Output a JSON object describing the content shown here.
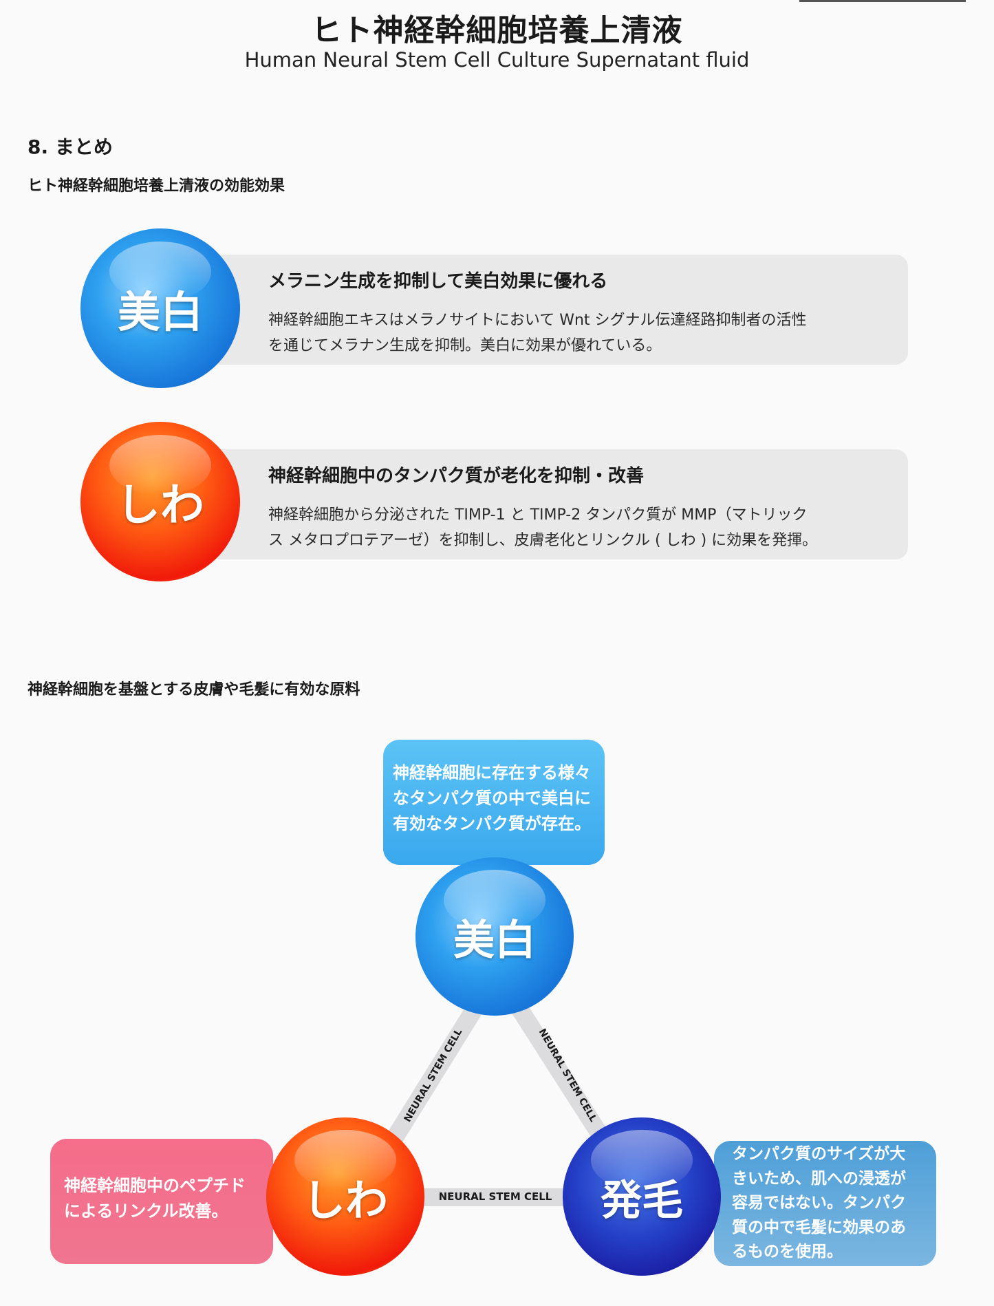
{
  "header": {
    "title": "ヒト神経幹細胞培養上清液",
    "subtitle": "Human Neural Stem Cell Culture Supernatant fluid"
  },
  "section": {
    "title": "8. まとめ",
    "subheading1": "ヒト神経幹細胞培養上清液の効能効果",
    "subheading2": "神経幹細胞を基盤とする皮膚や毛髪に有効な原料"
  },
  "effects": [
    {
      "badge": "美白",
      "heading": "メラニン生成を抑制して美白効果に優れる",
      "body_lines": [
        "神経幹細胞エキスはメラノサイトにおいて Wnt シグナル伝達経路抑制者の活性",
        "を通じてメラナン生成を抑制。美白に効果が優れている。"
      ]
    },
    {
      "badge": "しわ",
      "heading": "神経幹細胞中のタンパク質が老化を抑制・改善",
      "body_lines": [
        "神経幹細胞から分泌された TIMP-1 と TIMP-2 タンパク質が MMP（マトリック",
        "ス メタロプロテアーゼ）を抑制し、皮膚老化とリンクル ( しわ ) に効果を発揮。"
      ]
    }
  ],
  "diagram": {
    "nodes": {
      "whitening": "美白",
      "wrinkle": "しわ",
      "hair": "発毛"
    },
    "link_label": "NEURAL STEM CELL",
    "notes": {
      "whitening": [
        "神経幹細胞に存在する様々",
        "なタンパク質の中で美白に",
        "有効なタンパク質が存在。"
      ],
      "wrinkle": [
        "神経幹細胞中のペプチド",
        "によるリンクル改善。"
      ],
      "hair": [
        "タンパク質のサイズが大",
        "きいため、肌への浸透が",
        "容易ではない。タンパク",
        "質の中で毛髪に効果のあ",
        "るものを使用。"
      ]
    }
  },
  "colors": {
    "blue": "#2ea0ef",
    "red": "#f01a0a",
    "navy": "#2440c7",
    "pink": "#f25a7a",
    "card": "#e9e9ea"
  }
}
